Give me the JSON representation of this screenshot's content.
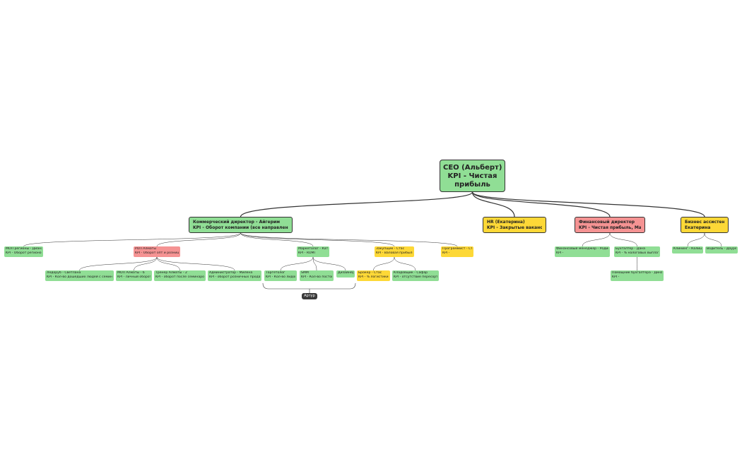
{
  "colors": {
    "green": "#90de95",
    "yellow": "#fdd837",
    "pink": "#f59393",
    "dark": "#3a3a3a",
    "line": "#333333"
  },
  "root": {
    "lines": [
      "CEO (Альберт)",
      "KPI - Чистая",
      "прибыль"
    ],
    "color": "green"
  },
  "level1": [
    {
      "id": "commercial",
      "lines": [
        "Коммерческий директор - Айгерим",
        "KPI - Оборот компании (все направления)"
      ],
      "color": "green"
    },
    {
      "id": "hr",
      "lines": [
        "HR (Екатерина)",
        "KPI - Закрытые вакансии"
      ],
      "color": "yellow"
    },
    {
      "id": "finance",
      "lines": [
        "Финансовый директор",
        "KPI - Чистая прибыль, Маржа"
      ],
      "color": "pink"
    },
    {
      "id": "assistant",
      "lines": [
        "Бизнес асcистент",
        "Екатерина"
      ],
      "color": "yellow"
    }
  ],
  "level2": [
    {
      "id": "mop-regions",
      "parent": "commercial",
      "lines": [
        "МОП регионы - Диана",
        "KPI - Оборот регионов"
      ],
      "color": "green"
    },
    {
      "id": "rop-almaty",
      "parent": "commercial",
      "lines": [
        "РОП Алматы",
        "KPI - Оборот опт и розница"
      ],
      "color": "pink"
    },
    {
      "id": "marketer",
      "parent": "commercial",
      "lines": [
        "Маркетолог - Катя",
        "KPI - ROMI"
      ],
      "color": "green"
    },
    {
      "id": "purchasing",
      "parent": "commercial",
      "lines": [
        "Закупщик - Стас",
        "KPI - Валовая прибыль"
      ],
      "color": "yellow"
    },
    {
      "id": "programmer",
      "parent": "commercial",
      "lines": [
        "Программист - Стас",
        "KPI -"
      ],
      "color": "yellow"
    },
    {
      "id": "fin-manager",
      "parent": "finance",
      "lines": [
        "Финансовый менеджер - Родион",
        "KPI -"
      ],
      "color": "green"
    },
    {
      "id": "accountant",
      "parent": "finance",
      "lines": [
        "Бухгалтер - Дана",
        "KPI - % налоговых выплат"
      ],
      "color": "green"
    },
    {
      "id": "client",
      "parent": "assistant",
      "lines": [
        "Клининг - Калиша"
      ],
      "color": "green"
    },
    {
      "id": "driver",
      "parent": "assistant",
      "lines": [
        "Водитель - Даурен"
      ],
      "color": "green"
    }
  ],
  "level3": [
    {
      "id": "ledorub",
      "parent": "rop-almaty",
      "lines": [
        "Ледоруб - Светлана",
        "KPI - Кол-во дошедших людей с семинара"
      ],
      "color": "green"
    },
    {
      "id": "mop-almaty",
      "parent": "rop-almaty",
      "lines": [
        "МОП Алматы - 6",
        "KPI - личный оборот"
      ],
      "color": "green"
    },
    {
      "id": "trainer",
      "parent": "rop-almaty",
      "lines": [
        "Тренер Алматы - 2",
        "KPI - оборот после семинаров"
      ],
      "color": "green"
    },
    {
      "id": "admin",
      "parent": "rop-almaty",
      "lines": [
        "Администратор - Милена",
        "KPI - оборот розничных продаж"
      ],
      "color": "green"
    },
    {
      "id": "targetolog",
      "parent": "marketer",
      "lines": [
        "Таргетолог",
        "KPI - Кол-во лидов"
      ],
      "color": "green"
    },
    {
      "id": "smm",
      "parent": "marketer",
      "lines": [
        "SMM",
        "KPI - Кол-во постов"
      ],
      "color": "green"
    },
    {
      "id": "designer",
      "parent": "marketer",
      "lines": [
        "Дизайнер"
      ],
      "color": "green"
    },
    {
      "id": "broker",
      "parent": "purchasing",
      "lines": [
        "Брокер - Стас",
        "KPI - % логистики"
      ],
      "color": "yellow"
    },
    {
      "id": "storekeeper",
      "parent": "purchasing",
      "lines": [
        "Кладовщик - Сафар",
        "KPI - отсутствие пересорта"
      ],
      "color": "green"
    },
    {
      "id": "asst-accountant",
      "parent": "accountant",
      "lines": [
        "Помощник бухгалтера - Динара",
        "KPI -"
      ],
      "color": "green"
    }
  ],
  "group_label": {
    "text": "Артур"
  }
}
